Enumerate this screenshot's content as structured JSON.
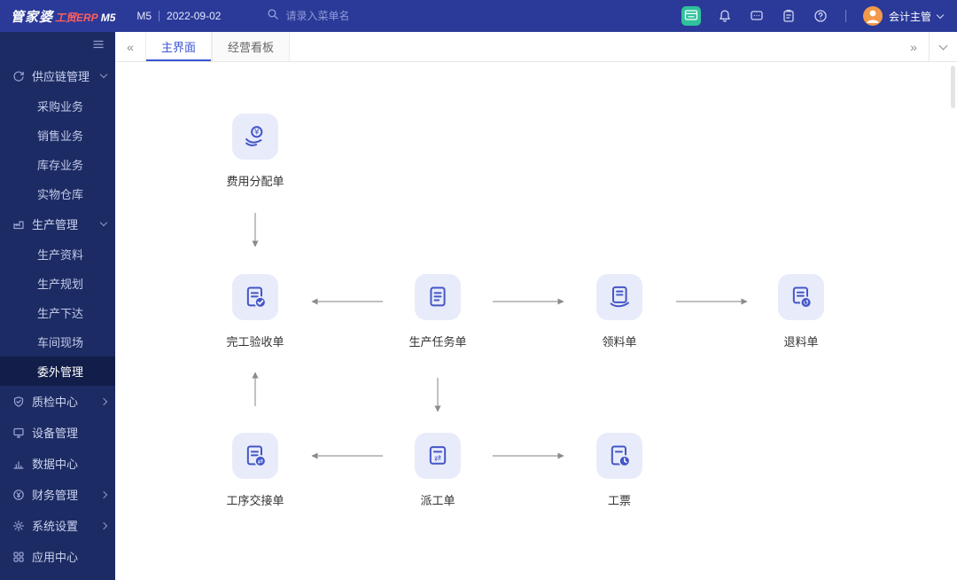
{
  "topbar": {
    "logo_main": "管家婆",
    "logo_sub": "工贸ERP",
    "logo_version": "M5",
    "workspace": "M5",
    "date": "2022-09-02",
    "search_placeholder": "请录入菜单名",
    "user_name": "会计主管"
  },
  "tabbar": {
    "tabs": [
      {
        "label": "主界面",
        "active": true
      },
      {
        "label": "经营看板",
        "active": false
      }
    ]
  },
  "sidebar": {
    "sections": [
      {
        "label": "供应链管理",
        "expanded": true,
        "children": [
          {
            "label": "采购业务"
          },
          {
            "label": "销售业务"
          },
          {
            "label": "库存业务"
          },
          {
            "label": "实物仓库"
          }
        ]
      },
      {
        "label": "生产管理",
        "expanded": true,
        "children": [
          {
            "label": "生产资料"
          },
          {
            "label": "生产规划"
          },
          {
            "label": "生产下达"
          },
          {
            "label": "车间现场"
          },
          {
            "label": "委外管理",
            "active": true
          }
        ]
      },
      {
        "label": "质检中心",
        "expanded": false,
        "children": []
      },
      {
        "label": "设备管理",
        "children": []
      },
      {
        "label": "数据中心",
        "children": []
      },
      {
        "label": "财务管理",
        "expanded": false,
        "children": []
      },
      {
        "label": "系统设置",
        "expanded": false,
        "children": []
      },
      {
        "label": "应用中心",
        "children": []
      }
    ]
  },
  "flow": {
    "accent_color": "#4356c6",
    "tile_color": "#e8ebfa",
    "arrow_color": "#8b8b8b",
    "nodes": [
      {
        "label": "费用分配单"
      },
      {
        "label": "完工验收单"
      },
      {
        "label": "生产任务单"
      },
      {
        "label": "领料单"
      },
      {
        "label": "退料单"
      },
      {
        "label": "工序交接单"
      },
      {
        "label": "派工单"
      },
      {
        "label": "工票"
      }
    ]
  },
  "icons": {
    "search": "magnifier",
    "bell": "notification bell",
    "message": "chat bubble",
    "clipboard": "task clipboard",
    "help": "question circle",
    "smart-app": "green mini-app tile",
    "collapse": "list toggle",
    "avatar": "user avatar"
  }
}
